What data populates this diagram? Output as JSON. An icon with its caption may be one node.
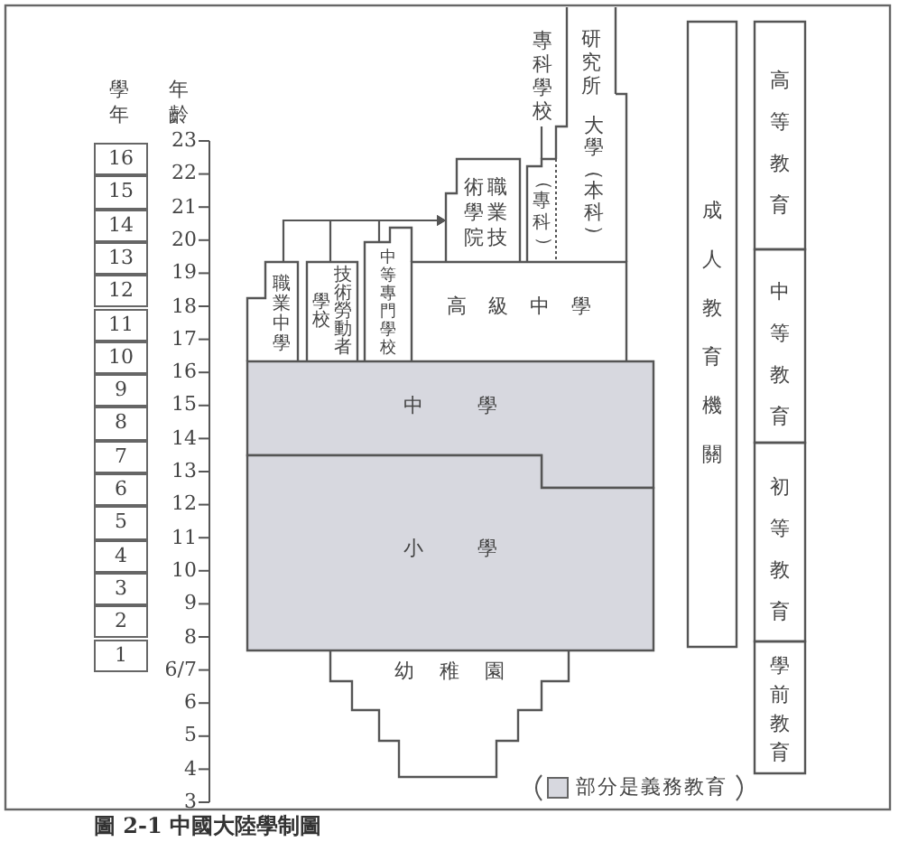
{
  "diagram": {
    "caption": "圖 2-1 中國大陸學制圖",
    "nodes": [
      {
        "text": [
          "16"
        ]
      },
      {
        "text": [
          "15"
        ]
      },
      {
        "text": [
          "14"
        ]
      },
      {
        "text": [
          "13"
        ]
      },
      {
        "text": [
          "12"
        ]
      },
      {
        "text": [
          "11"
        ]
      },
      {
        "text": [
          "10"
        ]
      },
      {
        "text": [
          "9"
        ]
      },
      {
        "text": [
          "8"
        ]
      },
      {
        "text": [
          "7"
        ]
      },
      {
        "text": [
          "6"
        ]
      },
      {
        "text": [
          "5"
        ]
      },
      {
        "text": [
          "4"
        ]
      },
      {
        "text": [
          "3"
        ]
      },
      {
        "text": [
          "2"
        ]
      },
      {
        "text": [
          "1"
        ]
      },
      {
        "text": [
          "研究所"
        ]
      },
      {
        "text": [
          "專科學校"
        ]
      },
      {
        "text": [
          "大學（本科）"
        ]
      },
      {
        "text": [
          "職業技術學院"
        ]
      },
      {
        "text": [
          "（專科）"
        ]
      },
      {
        "text": [
          "職業中學"
        ]
      },
      {
        "text": [
          "技術勞動者學校"
        ]
      },
      {
        "text": [
          "中等專門學校"
        ]
      },
      {
        "text": [
          "高級中學"
        ]
      },
      {
        "text": [
          "中學"
        ]
      },
      {
        "text": [
          "小學"
        ]
      },
      {
        "text": [
          "幼稚園"
        ]
      },
      {
        "text": [
          "成人教育機關"
        ]
      },
      {
        "text": [
          "高等教育"
        ]
      },
      {
        "text": [
          "中等教育"
        ]
      },
      {
        "text": [
          "初等教育"
        ]
      },
      {
        "text": [
          "學前教育"
        ]
      }
    ],
    "edges": [
      {
        "from": 21,
        "to": 19,
        "arrow": "to"
      },
      {
        "from": 22,
        "to": 19,
        "arrow": "to"
      },
      {
        "from": 23,
        "to": 19,
        "arrow": "to"
      },
      {
        "from": 17,
        "to": 20,
        "arrow": "none"
      }
    ],
    "labels": [
      "學年",
      "年齡",
      "23",
      "22",
      "21",
      "20",
      "19",
      "18",
      "17",
      "16",
      "15",
      "14",
      "13",
      "12",
      "11",
      "10",
      "9",
      "8",
      "6/7",
      "6",
      "5",
      "4",
      "3"
    ],
    "legend": [
      {
        "text": "部分是義務教育",
        "color": "#d7d8df"
      }
    ]
  }
}
